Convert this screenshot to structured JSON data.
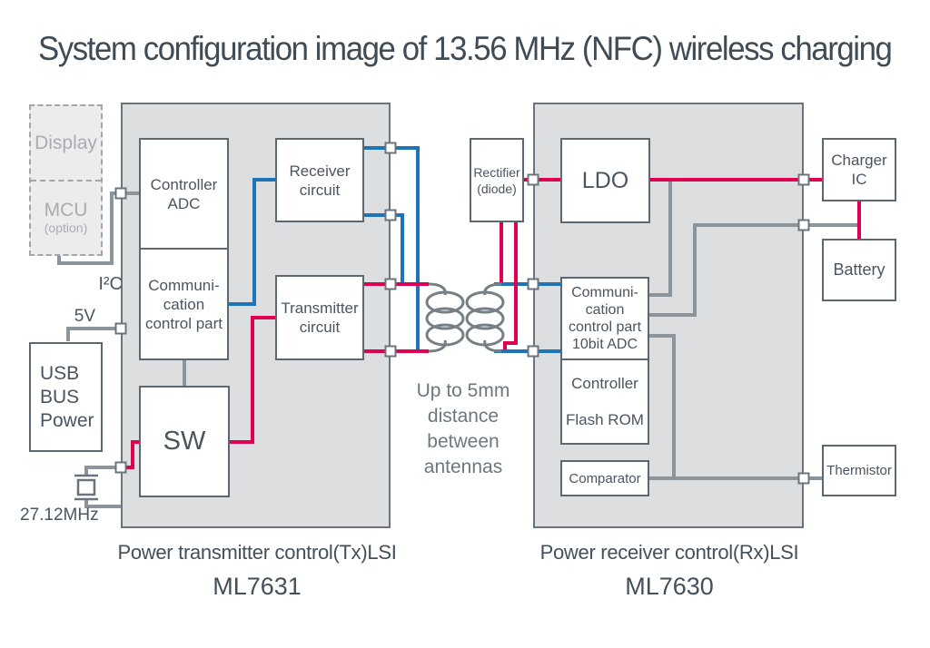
{
  "title": "System configuration image of 13.56 MHz (NFC) wireless charging",
  "colors": {
    "wire_red": "#e00051",
    "wire_blue": "#1e74b8",
    "wire_gray": "#8c959b",
    "box_border": "#5d6770",
    "lsi_fill": "#dcdee0",
    "text_dark": "#3f4b55",
    "text_muted": "#6d7780",
    "option_text": "#a8adb1"
  },
  "tx_lsi": {
    "caption": "Power transmitter control(Tx)LSI",
    "part_number": "ML7631",
    "display_label": "Display",
    "mcu_label": "MCU",
    "mcu_option": "(option)",
    "i2c_label": "I²C",
    "v5_label": "5V",
    "usb_label": "USB\nBUS\nPower",
    "xtal_label": "27.12MHz",
    "controller_adc": "Controller\nADC",
    "comm_control": "Communi-\ncation\ncontrol part",
    "sw": "SW",
    "receiver": "Receiver\ncircuit",
    "transmitter": "Transmitter\ncircuit"
  },
  "antenna": {
    "distance_note": "Up to 5mm\ndistance\nbetween\nantennas"
  },
  "rx_lsi": {
    "caption": "Power receiver control(Rx)LSI",
    "part_number": "ML7630",
    "rectifier": "Rectifier\n(diode)",
    "ldo": "LDO",
    "comm_control": "Communi-\ncation\ncontrol part\n10bit ADC",
    "controller_flash": "Controller\n\nFlash ROM",
    "comparator": "Comparator",
    "charger_ic": "Charger\nIC",
    "battery": "Battery",
    "thermistor": "Thermistor"
  }
}
